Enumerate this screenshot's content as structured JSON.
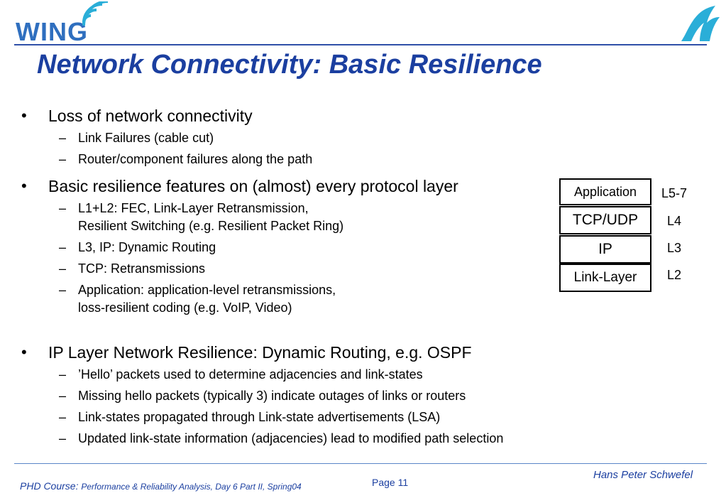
{
  "logo": {
    "text": "WING"
  },
  "title": "Network Connectivity: Basic Resilience",
  "bullets": [
    {
      "text": "Loss of network connectivity",
      "subs": [
        "Link Failures (cable cut)",
        "Router/component failures along the path"
      ]
    },
    {
      "text": "Basic resilience features on (almost) every protocol layer",
      "subs": [
        [
          "L1+L2: FEC, Link-Layer Retransmission,",
          "Resilient Switching (e.g. Resilient Packet Ring)"
        ],
        "L3, IP: Dynamic Routing",
        "TCP: Retransmissions",
        [
          "Application: application-level retransmissions,",
          "loss-resilient coding (e.g. VoIP, Video)"
        ]
      ]
    },
    {
      "text": "IP Layer Network Resilience: Dynamic Routing, e.g. OSPF",
      "subs": [
        "’Hello’ packets used to determine adjacencies and link-states",
        "Missing hello packets (typically 3) indicate outages of links or routers",
        "Link-states propagated through Link-state advertisements (LSA)",
        "Updated link-state information (adjacencies) lead to modified path selection"
      ]
    }
  ],
  "stack": {
    "layers": [
      {
        "name": "Application",
        "label": "L5-7"
      },
      {
        "name": "TCP/UDP",
        "label": "L4"
      },
      {
        "name": "IP",
        "label": "L3"
      },
      {
        "name": "Link-Layer",
        "label": "L2"
      }
    ]
  },
  "footer": {
    "course_label": "PHD Course:",
    "course_detail": "Performance & Reliability Analysis, Day 6 Part II, Spring04",
    "page": "Page 11",
    "author": "Hans Peter Schwefel"
  },
  "colors": {
    "title": "#1b3fa0",
    "logo": "#2f6fbf",
    "corner_logo": "#2aaed8"
  },
  "icons": {
    "wifi": "wifi-signal-icon",
    "corner": "wave-logo-icon"
  }
}
